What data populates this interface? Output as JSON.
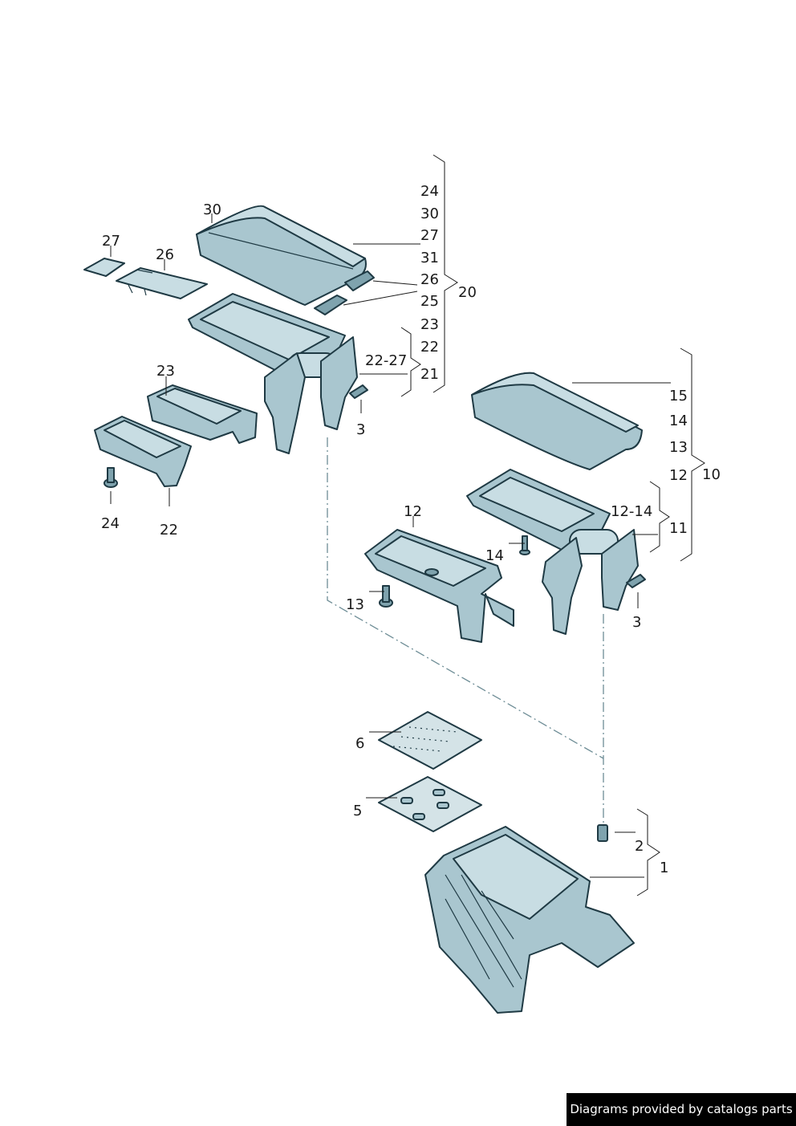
{
  "callouts": {
    "c24a": "24",
    "c30a": "30",
    "c27a": "27",
    "c31": "31",
    "c26a": "26",
    "c25": "25",
    "c23a": "23",
    "c22a": "22",
    "c21": "21",
    "c20": "20",
    "c30b": "30",
    "c27b": "27",
    "c26b": "26",
    "c2227": "22-27",
    "c3a": "3",
    "c23b": "23",
    "c24b": "24",
    "c22b": "22",
    "c15": "15",
    "c14a": "14",
    "c13a": "13",
    "c12a": "12",
    "c10": "10",
    "c1214": "12-14",
    "c11": "11",
    "c12b": "12",
    "c14b": "14",
    "c13b": "13",
    "c3b": "3",
    "c6": "6",
    "c5": "5",
    "c2": "2",
    "c1": "1"
  },
  "footer": {
    "text": "Diagrams provided by catalogs parts"
  },
  "colors": {
    "part_fill": "#a9c6cf",
    "part_light": "#c8dde3",
    "outline": "#1f3a44",
    "footer_bg": "#000000"
  }
}
